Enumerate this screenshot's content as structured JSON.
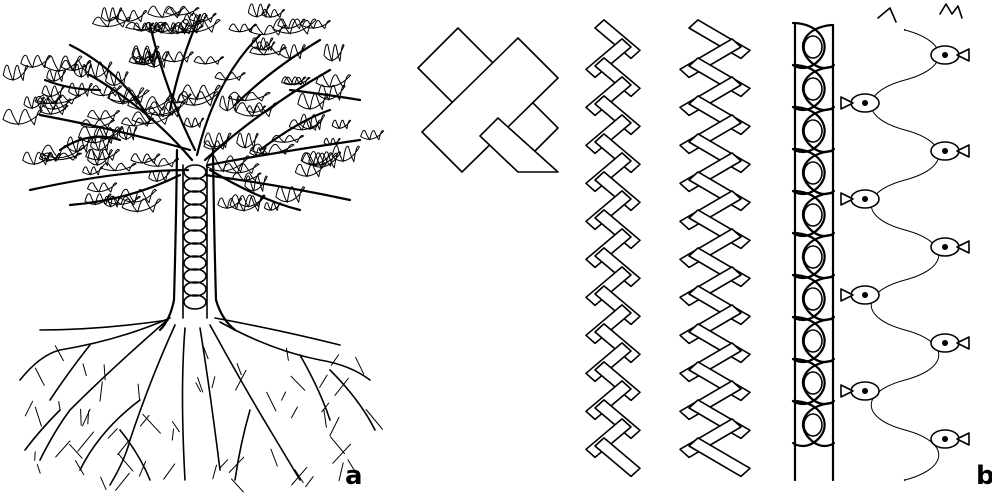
{
  "panels": [
    {
      "id": "a",
      "label": "a"
    },
    {
      "id": "b",
      "label": "b"
    }
  ],
  "braid": {
    "stages": [
      "two-band-cross",
      "three-strand-lattice",
      "double-zigzag-lattice",
      "twisted-rope",
      "serpent-column"
    ],
    "crossings": 11,
    "rope_loops": 10
  }
}
